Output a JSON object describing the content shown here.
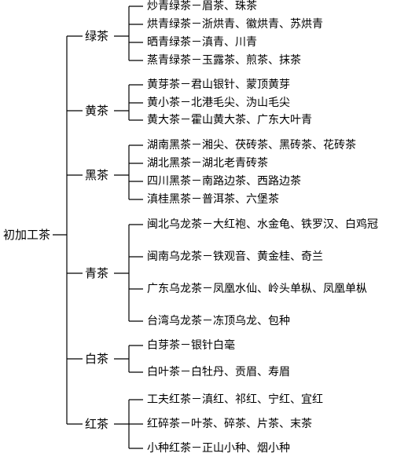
{
  "root": "初加工茶",
  "categories": [
    {
      "name": "绿茶",
      "items": [
        {
          "type": "炒青绿茶",
          "examples": "眉茶、珠茶"
        },
        {
          "type": "烘青绿茶",
          "examples": "浙烘青、徽烘青、苏烘青"
        },
        {
          "type": "晒青绿茶",
          "examples": "滇青、川青"
        },
        {
          "type": "蒸青绿茶",
          "examples": "玉露茶、煎茶、抹茶"
        }
      ]
    },
    {
      "name": "黄茶",
      "items": [
        {
          "type": "黄芽茶",
          "examples": "君山银针、蒙顶黄芽"
        },
        {
          "type": "黄小茶",
          "examples": "北港毛尖、沩山毛尖"
        },
        {
          "type": "黄大茶",
          "examples": "霍山黄大茶、广东大叶青"
        }
      ]
    },
    {
      "name": "黑茶",
      "items": [
        {
          "type": "湖南黑茶",
          "examples": "湘尖、茯砖茶、黑砖茶、花砖茶"
        },
        {
          "type": "湖北黑茶",
          "examples": "湖北老青砖茶"
        },
        {
          "type": "四川黑茶",
          "examples": "南路边茶、西路边茶"
        },
        {
          "type": "滇桂黑茶",
          "examples": "普洱茶、六堡茶"
        }
      ]
    },
    {
      "name": "青茶",
      "items": [
        {
          "type": "闽北乌龙茶",
          "examples": "大红袍、水金龟、铁罗汉、白鸡冠"
        },
        {
          "type": "闽南乌龙茶",
          "examples": "铁观音、黄金桂、奇兰"
        },
        {
          "type": "广东乌龙茶",
          "examples": "凤凰水仙、岭头单枞、凤凰单枞"
        },
        {
          "type": "台湾乌龙茶",
          "examples": "冻顶乌龙、包种"
        }
      ]
    },
    {
      "name": "白茶",
      "items": [
        {
          "type": "白芽茶",
          "examples": "银针白毫"
        },
        {
          "type": "白叶茶",
          "examples": "白牡丹、贡眉、寿眉"
        }
      ]
    },
    {
      "name": "红茶",
      "items": [
        {
          "type": "工夫红茶",
          "examples": "滇红、祁红、宁红、宜红"
        },
        {
          "type": "红碎茶",
          "examples": "叶茶、碎茶、片茶、末茶"
        },
        {
          "type": "小种红茶",
          "examples": "正山小种、烟小种"
        }
      ]
    }
  ]
}
